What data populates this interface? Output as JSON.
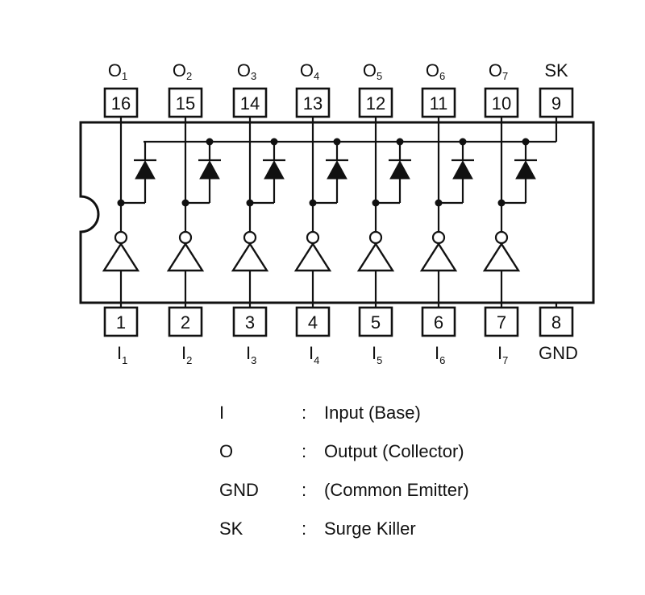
{
  "top_pins": [
    {
      "number": "16",
      "name": "O",
      "sub": "1"
    },
    {
      "number": "15",
      "name": "O",
      "sub": "2"
    },
    {
      "number": "14",
      "name": "O",
      "sub": "3"
    },
    {
      "number": "13",
      "name": "O",
      "sub": "4"
    },
    {
      "number": "12",
      "name": "O",
      "sub": "5"
    },
    {
      "number": "11",
      "name": "O",
      "sub": "6"
    },
    {
      "number": "10",
      "name": "O",
      "sub": "7"
    },
    {
      "number": "9",
      "name": "SK",
      "sub": ""
    }
  ],
  "bottom_pins": [
    {
      "number": "1",
      "name": "I",
      "sub": "1"
    },
    {
      "number": "2",
      "name": "I",
      "sub": "2"
    },
    {
      "number": "3",
      "name": "I",
      "sub": "3"
    },
    {
      "number": "4",
      "name": "I",
      "sub": "4"
    },
    {
      "number": "5",
      "name": "I",
      "sub": "5"
    },
    {
      "number": "6",
      "name": "I",
      "sub": "6"
    },
    {
      "number": "7",
      "name": "I",
      "sub": "7"
    },
    {
      "number": "8",
      "name": "GND",
      "sub": ""
    }
  ],
  "legend": [
    {
      "symbol": "I",
      "sep": ":",
      "desc": "Input (Base)"
    },
    {
      "symbol": "O",
      "sep": ":",
      "desc": "Output (Collector)"
    },
    {
      "symbol": "GND",
      "sep": ":",
      "desc": "(Common Emitter)"
    },
    {
      "symbol": "SK",
      "sep": ":",
      "desc": "Surge Killer"
    }
  ]
}
